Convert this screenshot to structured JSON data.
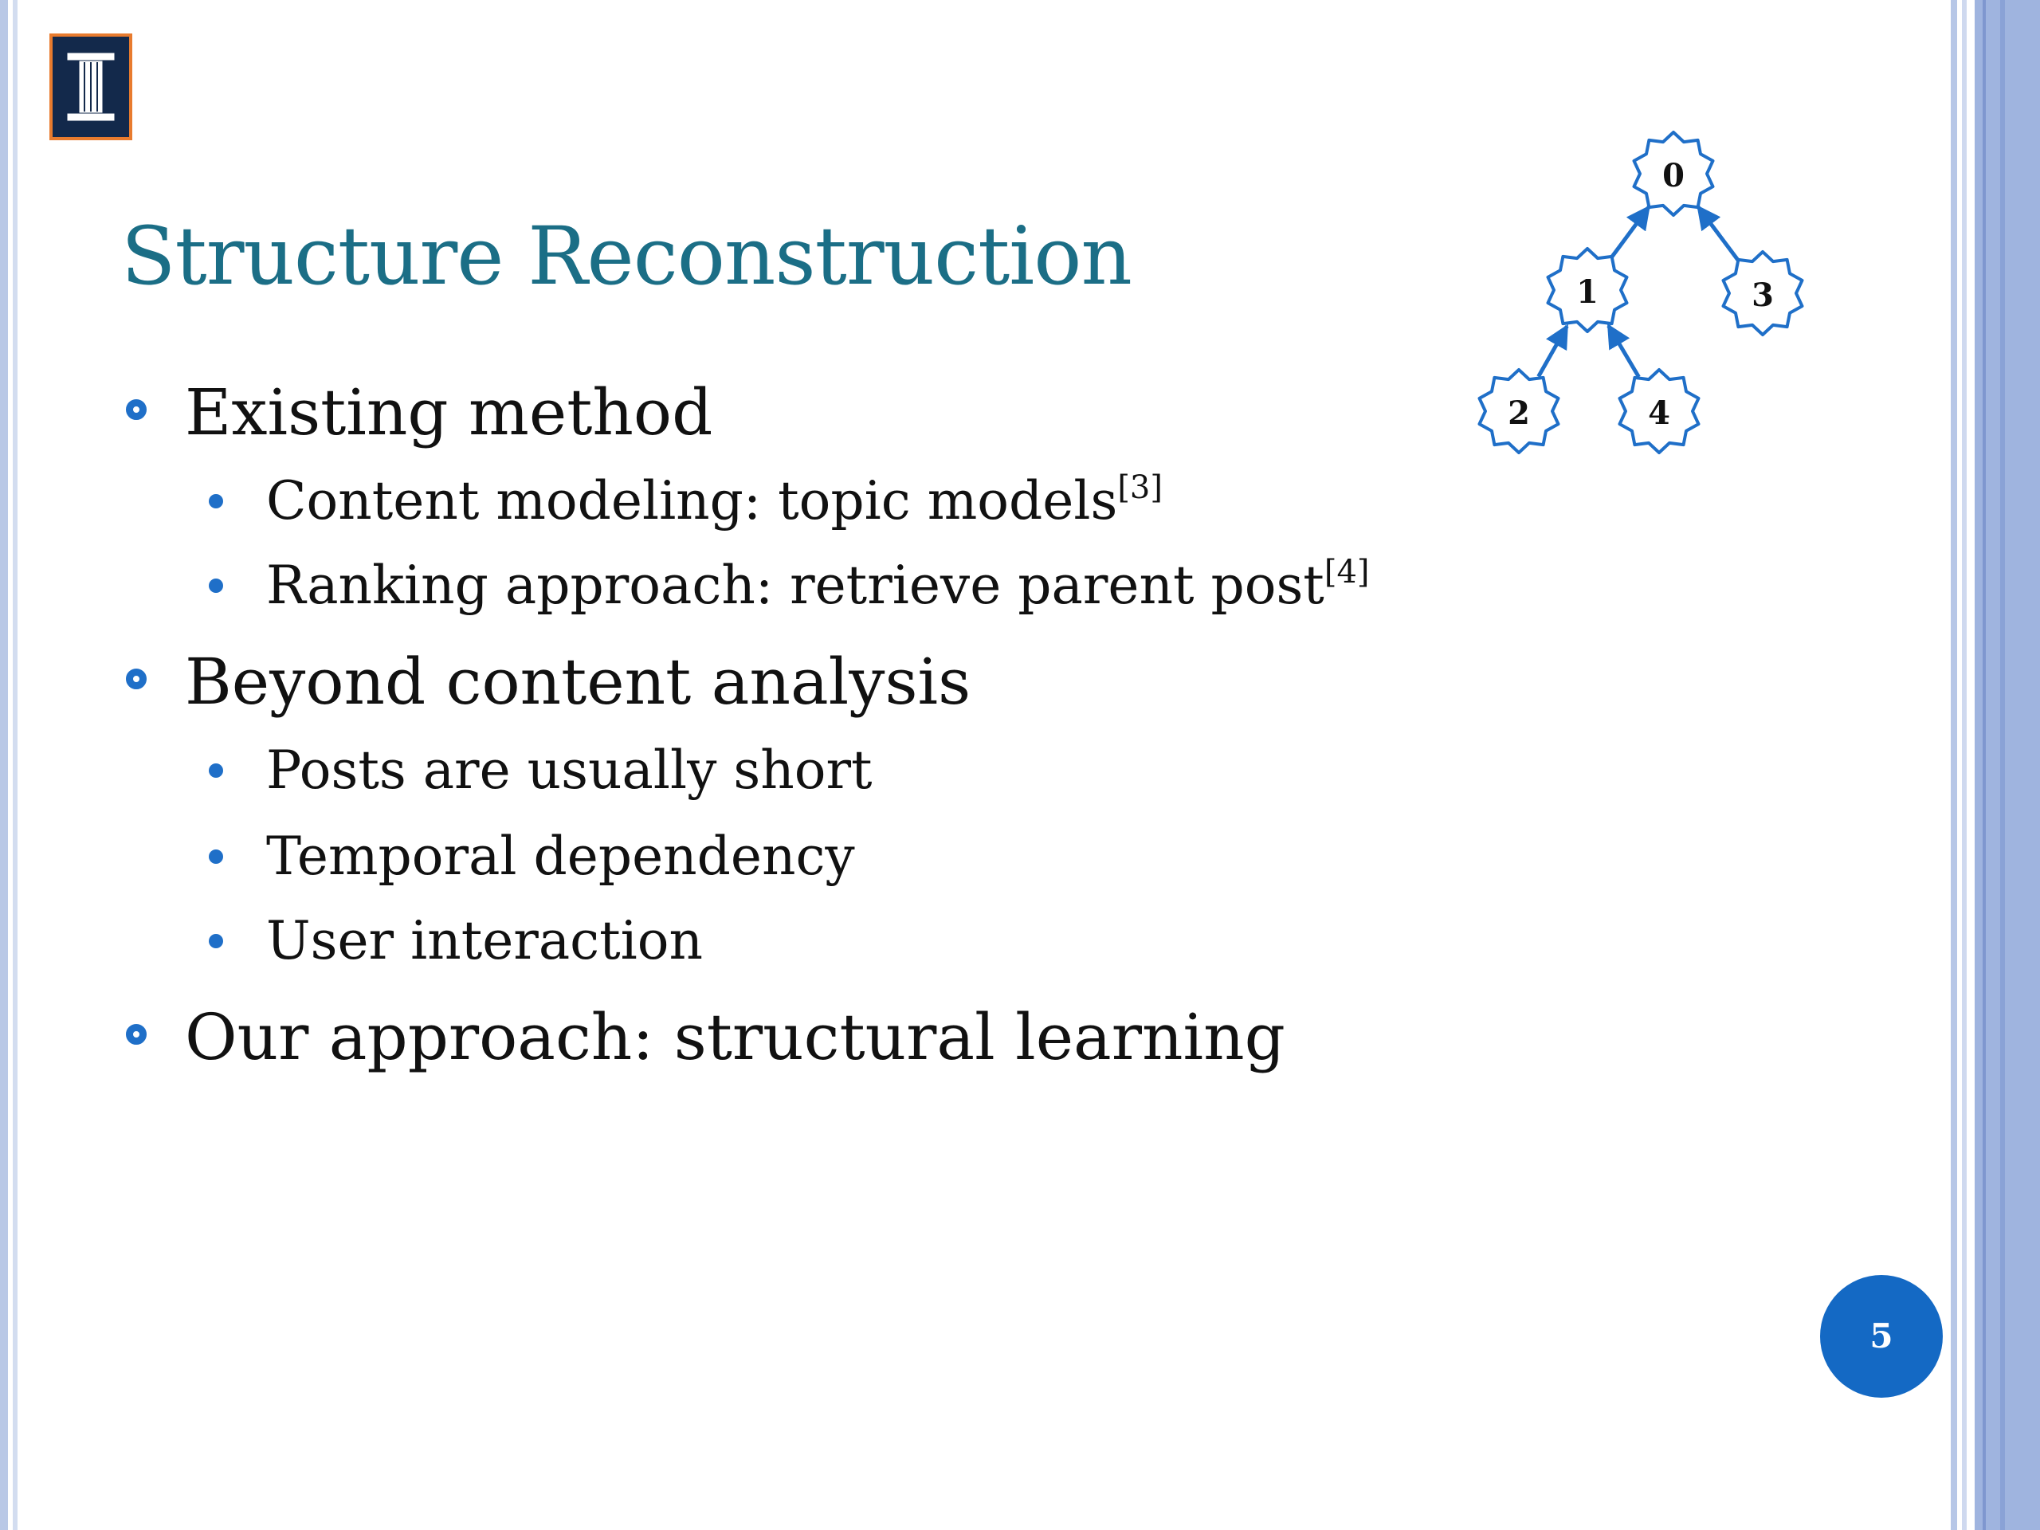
{
  "slide": {
    "title": "Structure Reconstruction",
    "page_number": "5",
    "logo": "I",
    "bullets": [
      {
        "text": "Existing method",
        "children": [
          {
            "text": "Content modeling: topic models",
            "ref": "[3]"
          },
          {
            "text": "Ranking approach: retrieve parent post",
            "ref": "[4]"
          }
        ]
      },
      {
        "text": "Beyond content analysis",
        "children": [
          {
            "text": "Posts are usually short"
          },
          {
            "text": "Temporal dependency"
          },
          {
            "text": "User interaction"
          }
        ]
      },
      {
        "text": "Our approach: structural learning",
        "children": []
      }
    ]
  },
  "diagram": {
    "nodes": [
      "0",
      "1",
      "2",
      "3",
      "4"
    ],
    "edges": [
      {
        "from": "1",
        "to": "0"
      },
      {
        "from": "3",
        "to": "0"
      },
      {
        "from": "2",
        "to": "1"
      },
      {
        "from": "4",
        "to": "1"
      }
    ],
    "accent_color": "#1f6fc8"
  },
  "colors": {
    "title": "#1b6e86",
    "bullet": "#1f6fc8",
    "page_badge": "#1469c4"
  }
}
